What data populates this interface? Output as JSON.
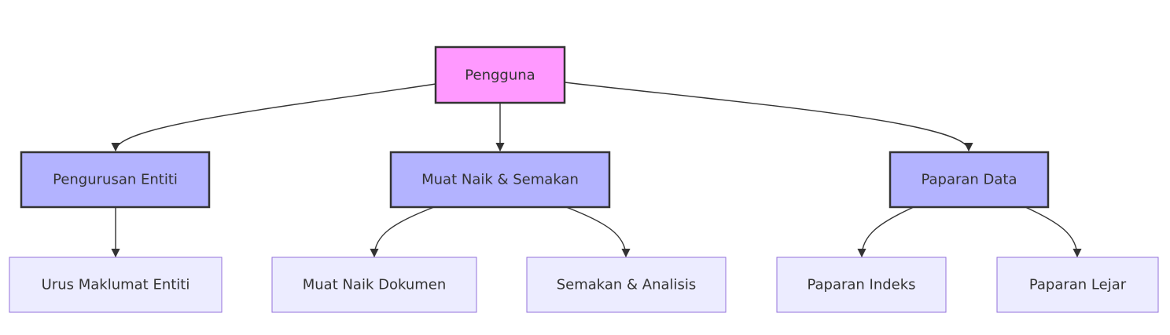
{
  "diagram": {
    "root": {
      "label": "Pengguna",
      "fill": "#ff99ff",
      "stroke": "#333333"
    },
    "categories": [
      {
        "label": "Pengurusan Entiti",
        "fill": "#b3b3ff",
        "stroke": "#333333"
      },
      {
        "label": "Muat Naik & Semakan",
        "fill": "#b3b3ff",
        "stroke": "#333333"
      },
      {
        "label": "Paparan Data",
        "fill": "#b3b3ff",
        "stroke": "#333333"
      }
    ],
    "leaves": [
      {
        "label": "Urus Maklumat Entiti",
        "fill": "#ececff",
        "stroke": "#9370db"
      },
      {
        "label": "Muat Naik Dokumen",
        "fill": "#ececff",
        "stroke": "#9370db"
      },
      {
        "label": "Semakan & Analisis",
        "fill": "#ececff",
        "stroke": "#9370db"
      },
      {
        "label": "Paparan Indeks",
        "fill": "#ececff",
        "stroke": "#9370db"
      },
      {
        "label": "Paparan Lejar",
        "fill": "#ececff",
        "stroke": "#9370db"
      }
    ],
    "edge_color": "#333333"
  }
}
